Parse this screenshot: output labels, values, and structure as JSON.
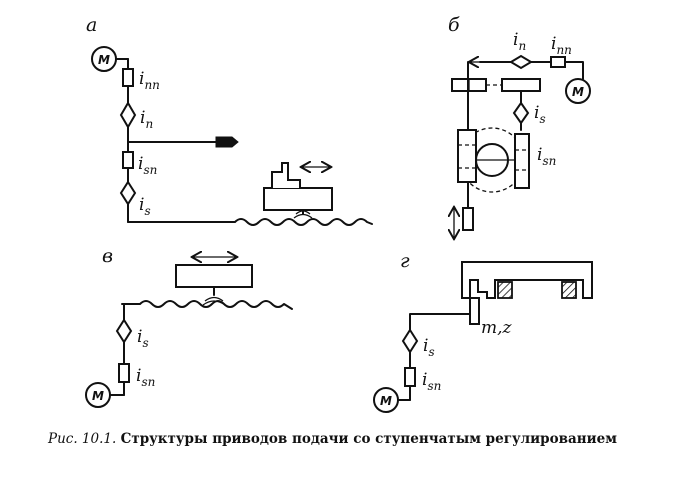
{
  "panels": {
    "a": {
      "letter": "а",
      "motor": "М",
      "r1": "i",
      "r1_sub": "nn",
      "r2": "i",
      "r2_sub": "n",
      "r3": "i",
      "r3_sub": "sn",
      "r4": "i",
      "r4_sub": "s"
    },
    "b": {
      "letter": "б",
      "motor": "М",
      "top1": "i",
      "top1_sub": "n",
      "top2": "i",
      "top2_sub": "nn",
      "s": "i",
      "s_sub": "s",
      "sn": "i",
      "sn_sub": "sn"
    },
    "v": {
      "letter": "в",
      "motor": "М",
      "s": "i",
      "s_sub": "s",
      "sn": "i",
      "sn_sub": "sn"
    },
    "g": {
      "letter": "г",
      "motor": "М",
      "mz": "m,z",
      "s": "i",
      "s_sub": "s",
      "sn": "i",
      "sn_sub": "sn"
    }
  },
  "caption": {
    "number": "Рис. 10.1.",
    "text": "Структуры приводов подачи со ступенчатым регулированием"
  }
}
